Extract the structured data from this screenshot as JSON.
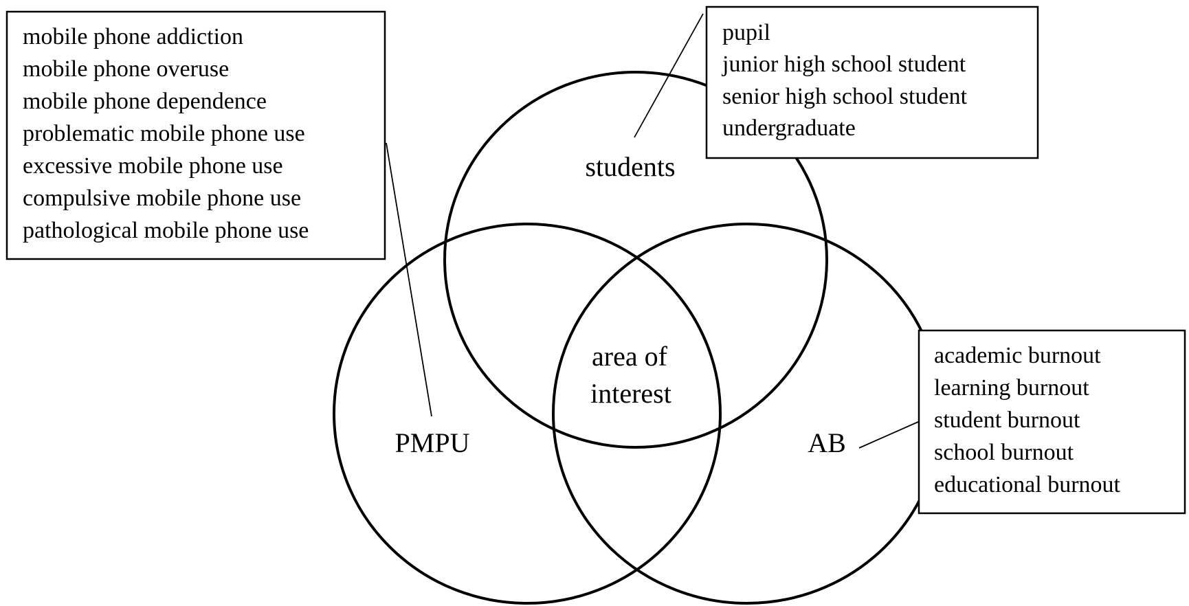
{
  "diagram": {
    "type": "venn",
    "sets": {
      "students": {
        "label": "students",
        "terms": [
          "pupil",
          "junior high school student",
          "senior high school student",
          "undergraduate"
        ]
      },
      "pmpu": {
        "label": "PMPU",
        "terms": [
          "mobile phone addiction",
          "mobile phone overuse",
          "mobile phone dependence",
          "problematic mobile phone use",
          "excessive mobile phone use",
          "compulsive mobile phone use",
          "pathological mobile phone use"
        ]
      },
      "ab": {
        "label": "AB",
        "terms": [
          "academic burnout",
          "learning burnout",
          "student burnout",
          "school burnout",
          "educational burnout"
        ]
      }
    },
    "intersection": {
      "line1": "area of",
      "line2": "interest"
    }
  }
}
